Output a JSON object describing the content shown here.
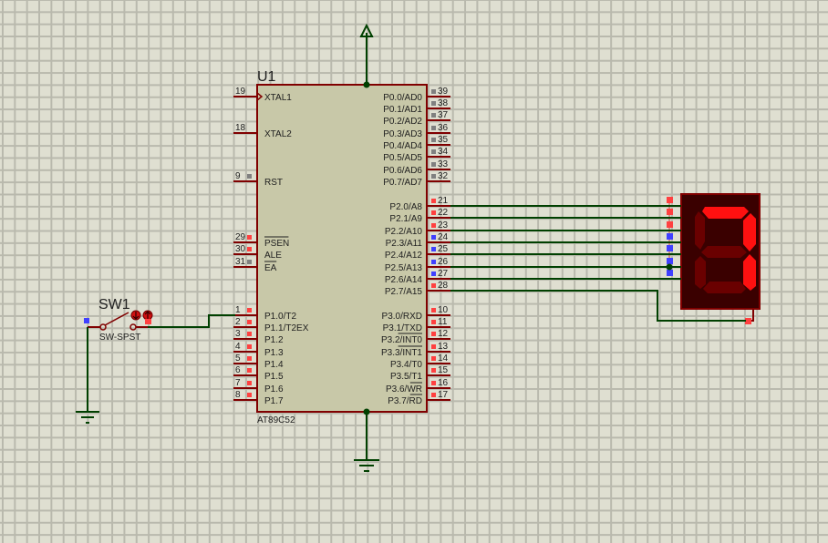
{
  "app": {
    "view": "schematic-capture"
  },
  "mcu": {
    "ref": "U1",
    "part": "AT89C52",
    "left_pins": [
      {
        "num": "19",
        "name": "XTAL1",
        "state": "none",
        "clock": true
      },
      {
        "num": "18",
        "name": "XTAL2",
        "state": "none"
      },
      {
        "num": "9",
        "name": "RST",
        "state": "gray"
      },
      {
        "num": "29",
        "name": "PSEN",
        "state": "red",
        "overbar": true
      },
      {
        "num": "30",
        "name": "ALE",
        "state": "red"
      },
      {
        "num": "31",
        "name": "EA",
        "state": "gray",
        "overbar": true
      },
      {
        "num": "1",
        "name": "P1.0/T2",
        "state": "red"
      },
      {
        "num": "2",
        "name": "P1.1/T2EX",
        "state": "red"
      },
      {
        "num": "3",
        "name": "P1.2",
        "state": "red"
      },
      {
        "num": "4",
        "name": "P1.3",
        "state": "red"
      },
      {
        "num": "5",
        "name": "P1.4",
        "state": "red"
      },
      {
        "num": "6",
        "name": "P1.5",
        "state": "red"
      },
      {
        "num": "7",
        "name": "P1.6",
        "state": "red"
      },
      {
        "num": "8",
        "name": "P1.7",
        "state": "red"
      }
    ],
    "right_pins": [
      {
        "num": "39",
        "name": "P0.0/AD0",
        "state": "gray"
      },
      {
        "num": "38",
        "name": "P0.1/AD1",
        "state": "gray"
      },
      {
        "num": "37",
        "name": "P0.2/AD2",
        "state": "gray"
      },
      {
        "num": "36",
        "name": "P0.3/AD3",
        "state": "gray"
      },
      {
        "num": "35",
        "name": "P0.4/AD4",
        "state": "gray"
      },
      {
        "num": "34",
        "name": "P0.5/AD5",
        "state": "gray"
      },
      {
        "num": "33",
        "name": "P0.6/AD6",
        "state": "gray"
      },
      {
        "num": "32",
        "name": "P0.7/AD7",
        "state": "gray"
      },
      {
        "num": "21",
        "name": "P2.0/A8",
        "state": "red"
      },
      {
        "num": "22",
        "name": "P2.1/A9",
        "state": "red"
      },
      {
        "num": "23",
        "name": "P2.2/A10",
        "state": "red"
      },
      {
        "num": "24",
        "name": "P2.3/A11",
        "state": "blue"
      },
      {
        "num": "25",
        "name": "P2.4/A12",
        "state": "blue"
      },
      {
        "num": "26",
        "name": "P2.5/A13",
        "state": "blue"
      },
      {
        "num": "27",
        "name": "P2.6/A14",
        "state": "blue"
      },
      {
        "num": "28",
        "name": "P2.7/A15",
        "state": "red"
      },
      {
        "num": "10",
        "name": "P3.0/RXD",
        "state": "red"
      },
      {
        "num": "11",
        "name": "P3.1/TXD",
        "state": "red"
      },
      {
        "num": "12",
        "name": "P3.2/INT0",
        "state": "red",
        "overbar_part": "INT0"
      },
      {
        "num": "13",
        "name": "P3.3/INT1",
        "state": "red",
        "overbar_part": "INT1"
      },
      {
        "num": "14",
        "name": "P3.4/T0",
        "state": "red"
      },
      {
        "num": "15",
        "name": "P3.5/T1",
        "state": "red"
      },
      {
        "num": "16",
        "name": "P3.6/WR",
        "state": "red",
        "overbar_part": "WR"
      },
      {
        "num": "17",
        "name": "P3.7/RD",
        "state": "red",
        "overbar_part": "RD"
      }
    ]
  },
  "switch": {
    "ref": "SW1",
    "part": "SW-SPST",
    "state": "open"
  },
  "display": {
    "type": "7-segment",
    "lit_segments": [
      "a",
      "b",
      "c"
    ],
    "digit_shown": "7",
    "pin_states": [
      "red",
      "red",
      "red",
      "blue",
      "blue",
      "blue",
      "blue"
    ],
    "common_state": "red"
  },
  "colors": {
    "background": "#dfdfd1",
    "grid": "#b9b9ad",
    "component_body": "#c8c8a8",
    "component_border": "#800000",
    "wire": "#004000",
    "logic_high": "#ff4040",
    "logic_low": "#4040ff",
    "floating": "#808080",
    "segment_on": "#ff1010",
    "segment_off": "#6a0000",
    "display_bg": "#3a0000"
  }
}
